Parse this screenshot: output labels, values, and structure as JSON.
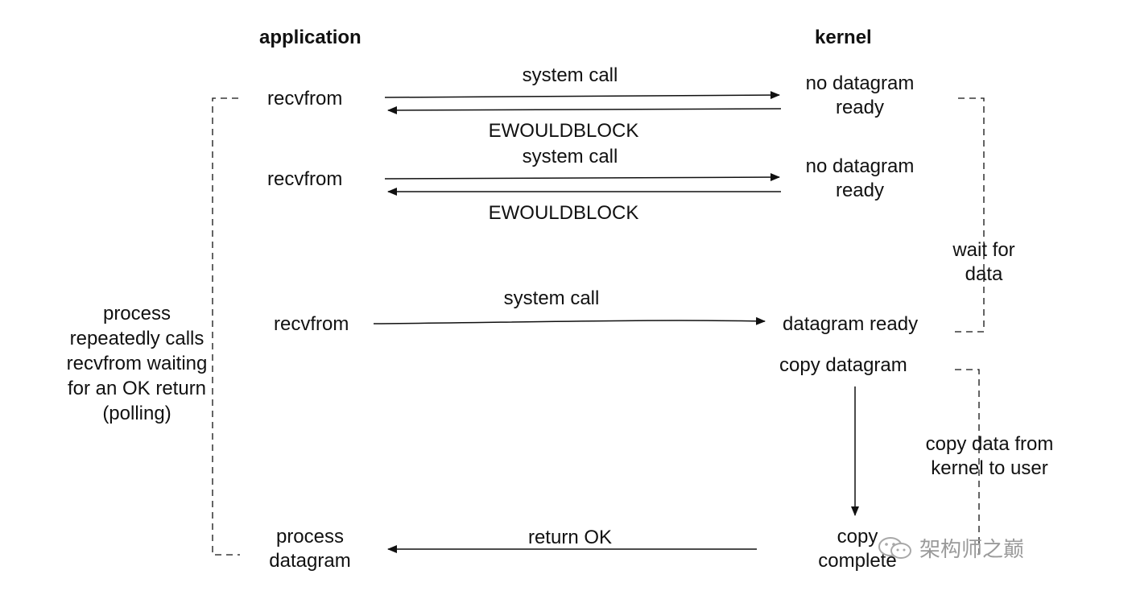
{
  "headers": {
    "application": "application",
    "kernel": "kernel"
  },
  "rows": [
    {
      "app": "recvfrom",
      "call": "system call",
      "reply": "EWOULDBLOCK",
      "kernel_lines": [
        "no datagram",
        "ready"
      ]
    },
    {
      "app": "recvfrom",
      "call": "system call",
      "reply": "EWOULDBLOCK",
      "kernel_lines": [
        "no datagram",
        "ready"
      ]
    },
    {
      "app": "recvfrom",
      "call": "system call",
      "kernel_lines": [
        "datagram ready"
      ]
    }
  ],
  "copy_datagram": "copy datagram",
  "final": {
    "app_lines": [
      "process",
      "datagram"
    ],
    "reply": "return OK",
    "kernel_lines": [
      "copy",
      "complete"
    ]
  },
  "left_note_lines": [
    "process",
    "repeatedly calls",
    "recvfrom waiting",
    "for an OK return",
    "(polling)"
  ],
  "wait_note_lines": [
    "wait for",
    "data"
  ],
  "copy_note_lines": [
    "copy data from",
    "kernel to user"
  ],
  "watermark": {
    "text": "架构师之巅",
    "icon": "wechat-icon"
  }
}
